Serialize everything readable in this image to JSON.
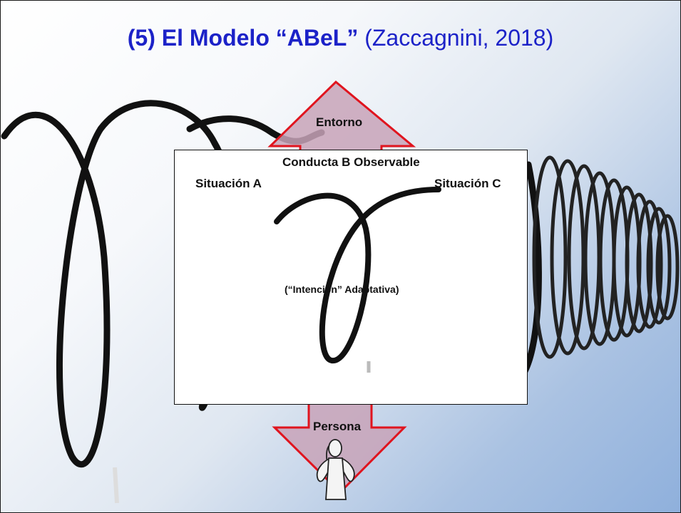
{
  "title": {
    "bold": "(5) El Modelo “ABeL”",
    "citation": "(Zaccagnini, 2018)"
  },
  "arrows": {
    "up_label": "Entorno",
    "down_label": "Persona"
  },
  "box": {
    "top_label": "Conducta B Observable",
    "left_label": "Situación A",
    "right_label": "Situación C",
    "center_label": "(“Intención” Adaptativa)"
  },
  "colors": {
    "title": "#1c22c8",
    "arrow_stroke": "#e0141e",
    "arrow_fill": "#c8a3b8",
    "spring": "#111111"
  },
  "icons": [
    "spring-coil-icon",
    "woman-figure-icon"
  ]
}
